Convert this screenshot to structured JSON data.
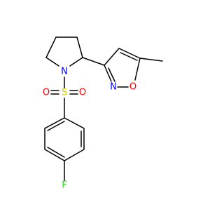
{
  "atoms": {
    "n_ring": "N",
    "n_isoxazole": "N",
    "o_isoxazole": "O",
    "s_sulfonyl": "S",
    "o_sulfonyl_left": "O",
    "o_sulfonyl_right": "O",
    "f_para": "F"
  },
  "colors": {
    "bond": "#000000",
    "nitrogen": "#0000ff",
    "oxygen": "#ff0000",
    "sulfur": "#cccc00",
    "fluorine": "#33cc33"
  }
}
